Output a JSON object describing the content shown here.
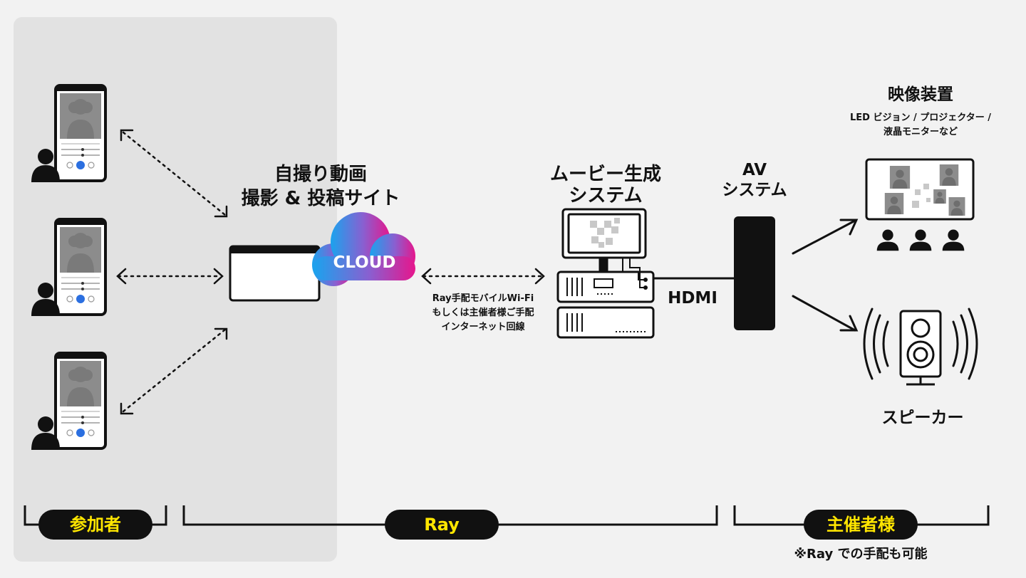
{
  "site": {
    "title_line1": "自撮り動画",
    "title_line2": "撮影 & 投稿サイト"
  },
  "cloud": {
    "label": "CLOUD"
  },
  "network": {
    "line1": "Ray手配モバイルWi-Fi",
    "line2": "もしくは主催者様ご手配",
    "line3": "インターネット回線"
  },
  "movie_system": {
    "line1": "ムービー生成",
    "line2": "システム"
  },
  "hdmi": {
    "label": "HDMI"
  },
  "av_system": {
    "line1": "AV",
    "line2": "システム"
  },
  "video_device": {
    "title": "映像装置",
    "sub1": "LED ビジョン / プロジェクター /",
    "sub2": "液晶モニターなど"
  },
  "speaker": {
    "label": "スピーカー"
  },
  "groups": {
    "participants": "参加者",
    "ray": "Ray",
    "organizer": "主催者様",
    "organizer_note": "※Ray での手配も可能"
  },
  "colors": {
    "background": "#f2f2f2",
    "participant_area": "#e2e2e2",
    "pill_bg": "#111111",
    "pill_text": "#ffe600",
    "cloud_blue": "#1aa3ee",
    "cloud_magenta": "#e6168c",
    "accent_button": "#2b6fe0"
  }
}
